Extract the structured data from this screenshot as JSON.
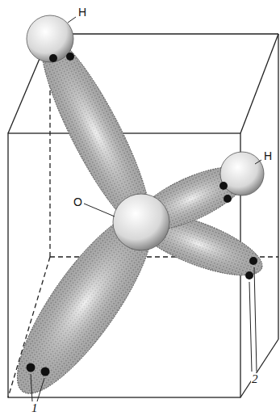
{
  "diagram": {
    "labels": [
      "H",
      "H",
      "O",
      "1",
      "2"
    ]
  }
}
